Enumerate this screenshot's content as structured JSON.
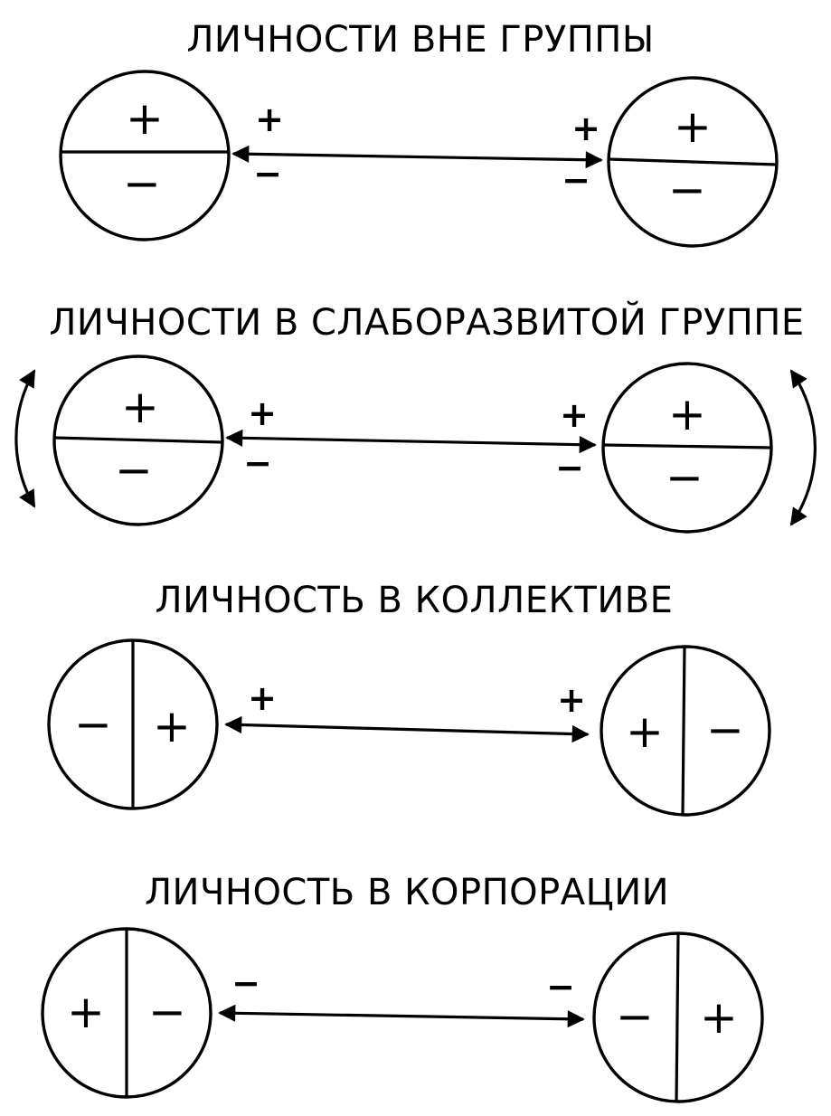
{
  "sections": [
    {
      "title": "ЛИЧНОСТИ ВНЕ ГРУППЫ",
      "left_circle": {
        "top": "+",
        "bottom": "−"
      },
      "right_circle": {
        "top": "+",
        "bottom": "−"
      },
      "left_arrow_signs": [
        "+",
        "−"
      ],
      "right_arrow_signs": [
        "+",
        "−"
      ]
    },
    {
      "title": "ЛИЧНОСТИ В СЛАБОРАЗВИТОЙ ГРУППЕ",
      "left_circle": {
        "top": "+",
        "bottom": "−"
      },
      "right_circle": {
        "top": "+",
        "bottom": "−"
      },
      "left_arrow_signs": [
        "+",
        "−"
      ],
      "right_arrow_signs": [
        "+",
        "−"
      ]
    },
    {
      "title": "ЛИЧНОСТЬ В КОЛЛЕКТИВЕ",
      "left_circle": {
        "left": "−",
        "right": "+"
      },
      "right_circle": {
        "left": "+",
        "right": "−"
      },
      "left_arrow_signs": [
        "+"
      ],
      "right_arrow_signs": [
        "+"
      ]
    },
    {
      "title": "ЛИЧНОСТЬ В КОРПОРАЦИИ",
      "left_circle": {
        "left": "+",
        "right": "−"
      },
      "right_circle": {
        "left": "−",
        "right": "+"
      },
      "left_arrow_signs": [
        "−"
      ],
      "right_arrow_signs": [
        "−"
      ]
    }
  ]
}
